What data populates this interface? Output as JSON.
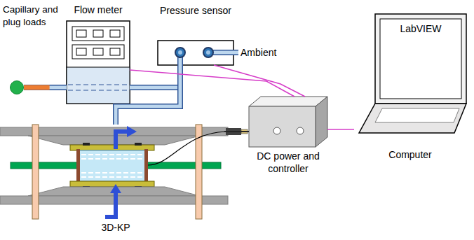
{
  "diagram": {
    "nodes": [
      {
        "text": [
          "Capillary and plug loads"
        ]
      },
      {
        "text": [
          "Flow meter"
        ]
      },
      {
        "text": [
          "Pressure sensor"
        ]
      },
      {
        "text": [
          "3D-KP"
        ]
      },
      {
        "text": [
          "DC power and controller"
        ]
      },
      {
        "text": [
          "LabVIEW",
          "Computer"
        ]
      }
    ],
    "edges": [
      {
        "from": 0,
        "to": 1,
        "arrow": "none"
      },
      {
        "from": 3,
        "to": 1,
        "arrow": "none"
      },
      {
        "from": 3,
        "to": 2,
        "arrow": "none"
      },
      {
        "from": 1,
        "to": 4,
        "arrow": "none"
      },
      {
        "from": 2,
        "to": 4,
        "arrow": "none"
      },
      {
        "from": 3,
        "to": 4,
        "arrow": "none"
      },
      {
        "from": 4,
        "to": 5,
        "arrow": "none"
      }
    ],
    "labels": [
      "Ambient"
    ]
  }
}
